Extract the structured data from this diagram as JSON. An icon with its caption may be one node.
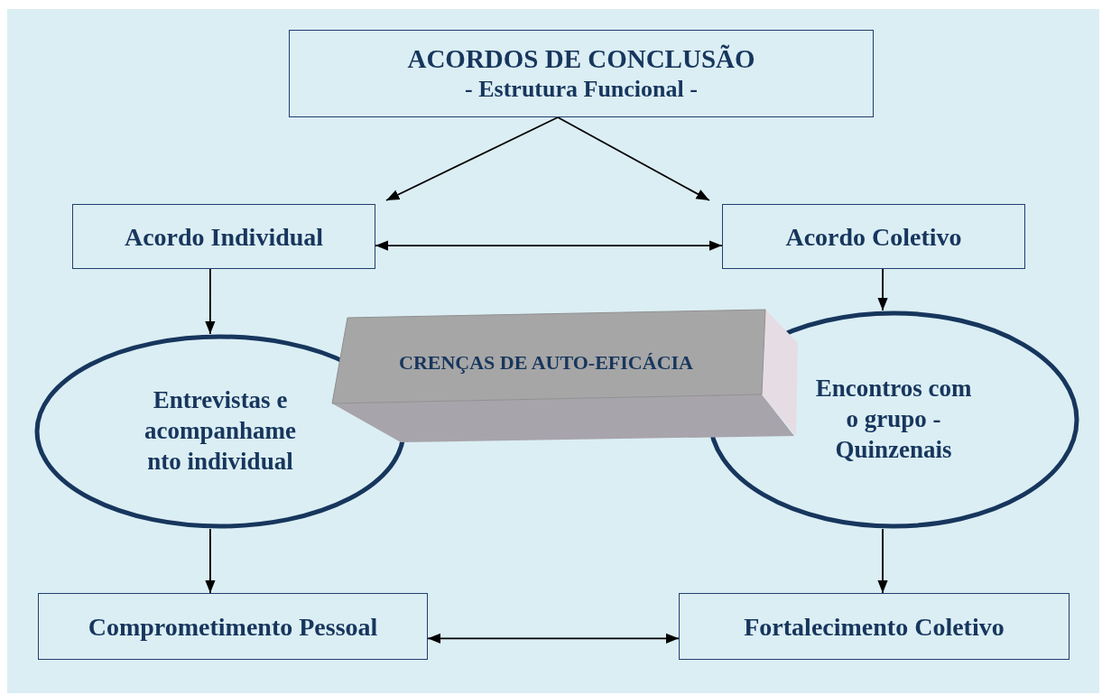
{
  "diagram": {
    "nodes": [
      {
        "text": [
          "ACORDOS DE CONCLUSÃO",
          "- Estrutura Funcional -"
        ]
      },
      {
        "text": [
          "Acordo Individual"
        ]
      },
      {
        "text": [
          "Acordo Coletivo"
        ]
      },
      {
        "text": [
          "Entrevistas e acompanhame nto individual"
        ]
      },
      {
        "text": [
          "CRENÇAS DE AUTO-EFICÁCIA"
        ]
      },
      {
        "text": [
          "Encontros com o grupo - Quinzenais"
        ]
      },
      {
        "text": [
          "Comprometimento Pessoal"
        ]
      },
      {
        "text": [
          "Fortalecimento Coletivo"
        ]
      }
    ],
    "edges": [
      {
        "from": 0,
        "to": 1,
        "arrow": "to"
      },
      {
        "from": 0,
        "to": 2,
        "arrow": "to"
      },
      {
        "from": 1,
        "to": 2,
        "arrow": "both"
      },
      {
        "from": 1,
        "to": 3,
        "arrow": "to"
      },
      {
        "from": 2,
        "to": 5,
        "arrow": "to"
      },
      {
        "from": 3,
        "to": 6,
        "arrow": "to"
      },
      {
        "from": 5,
        "to": 7,
        "arrow": "to"
      },
      {
        "from": 6,
        "to": 7,
        "arrow": "both"
      }
    ]
  }
}
